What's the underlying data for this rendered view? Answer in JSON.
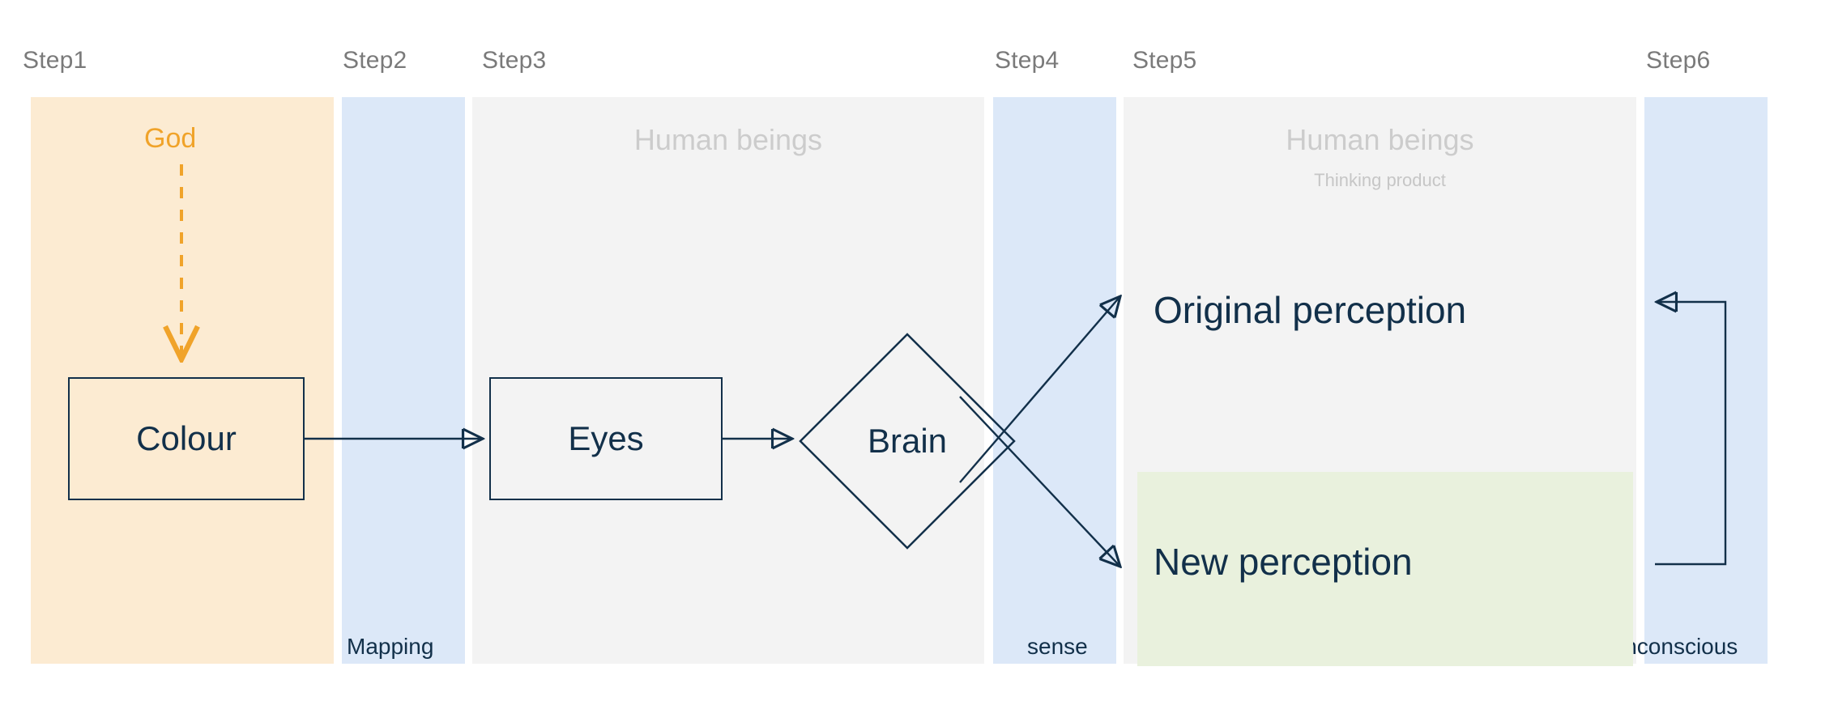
{
  "diagram": {
    "title": "Perception process swimlane diagram",
    "colors": {
      "lane_orange": "#fcebd2",
      "lane_blue": "#dce8f8",
      "lane_gray": "#f3f3f3",
      "green_block": "#e9f1dd",
      "stroke_navy": "#12304a",
      "accent_orange": "#f0a32a",
      "step_label_gray": "#7a7a7a",
      "watermark_gray": "#cccccc"
    },
    "steps": [
      {
        "id": "step1",
        "label": "Step1",
        "caption": ""
      },
      {
        "id": "step2",
        "label": "Step2",
        "caption": "Mapping"
      },
      {
        "id": "step3",
        "label": "Step3",
        "caption": ""
      },
      {
        "id": "step4",
        "label": "Step4",
        "caption": "sense"
      },
      {
        "id": "step5",
        "label": "Step5",
        "caption": ""
      },
      {
        "id": "step6",
        "label": "Step6",
        "caption": "Unconscious"
      }
    ],
    "lane_headings": [
      {
        "id": "step3-heading",
        "text": "Human beings",
        "sub": ""
      },
      {
        "id": "step5-heading",
        "text": "Human beings",
        "sub": "Thinking product"
      }
    ],
    "nodes": {
      "god": "God",
      "colour": "Colour",
      "eyes": "Eyes",
      "brain": "Brain",
      "original_perception": "Original perception",
      "new_perception": "New perception"
    }
  }
}
